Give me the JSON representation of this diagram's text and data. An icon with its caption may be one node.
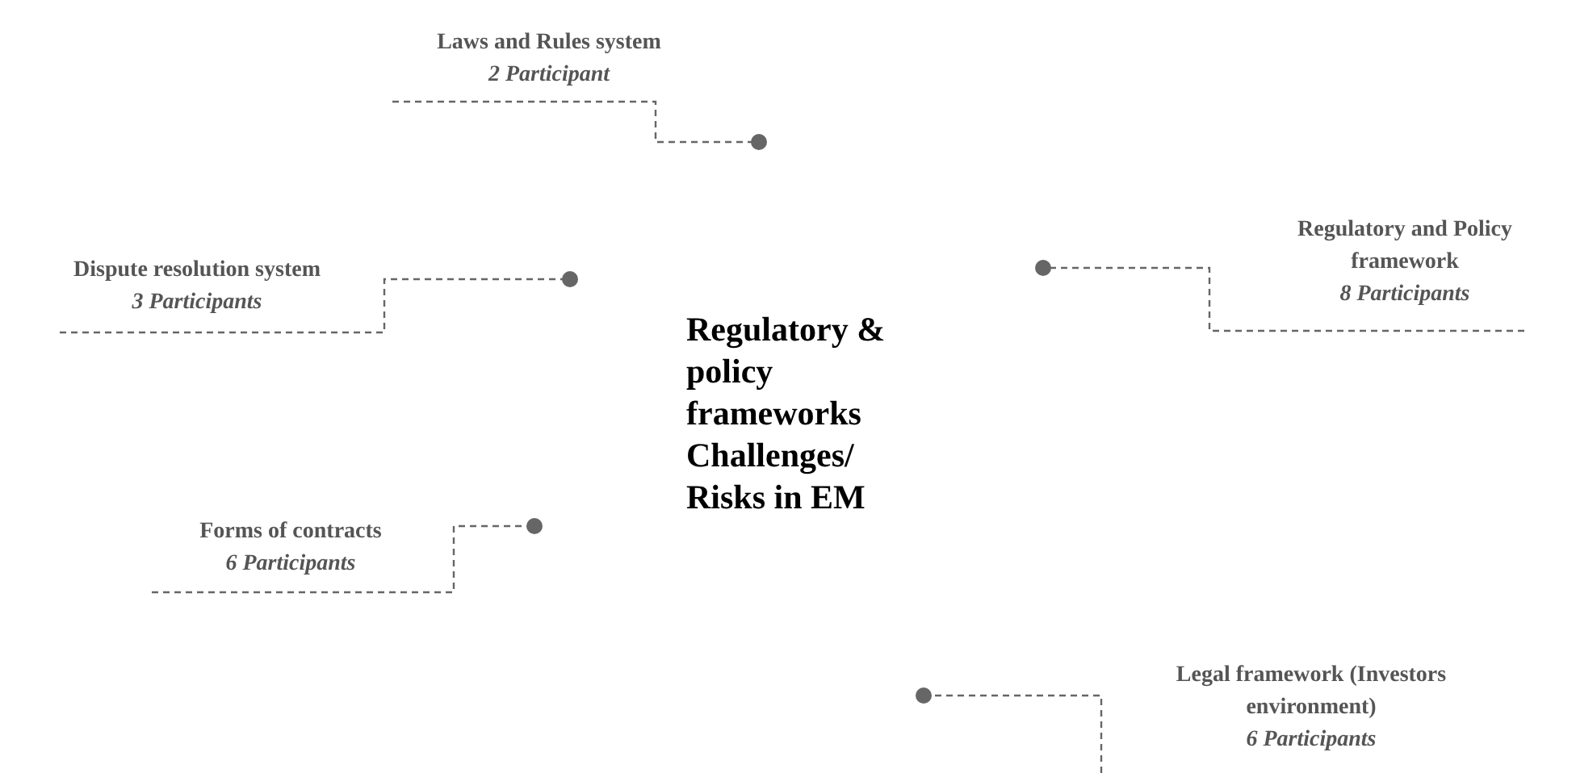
{
  "diagram": {
    "nodes": [
      {
        "text": [
          "Regulatory & policy frameworks Challenges/ Risks in EM"
        ]
      },
      {
        "text": [
          "Laws and Rules system",
          "2 Participant"
        ]
      },
      {
        "text": [
          "Dispute resolution system",
          "3 Participants"
        ]
      },
      {
        "text": [
          "Regulatory and Policy framework",
          "8 Participants"
        ]
      },
      {
        "text": [
          "Forms of contracts",
          "6 Participants"
        ]
      },
      {
        "text": [
          "Legal framework (Investors environment)",
          "6 Participants"
        ]
      }
    ],
    "edges": [
      {
        "from": 1,
        "to": null,
        "arrow": "other",
        "style": "dashed"
      },
      {
        "from": 2,
        "to": null,
        "arrow": "other",
        "style": "dashed"
      },
      {
        "from": 3,
        "to": null,
        "arrow": "other",
        "style": "dashed"
      },
      {
        "from": 4,
        "to": null,
        "arrow": "other",
        "style": "dashed"
      },
      {
        "from": 5,
        "to": null,
        "arrow": "other",
        "style": "dashed"
      }
    ]
  }
}
